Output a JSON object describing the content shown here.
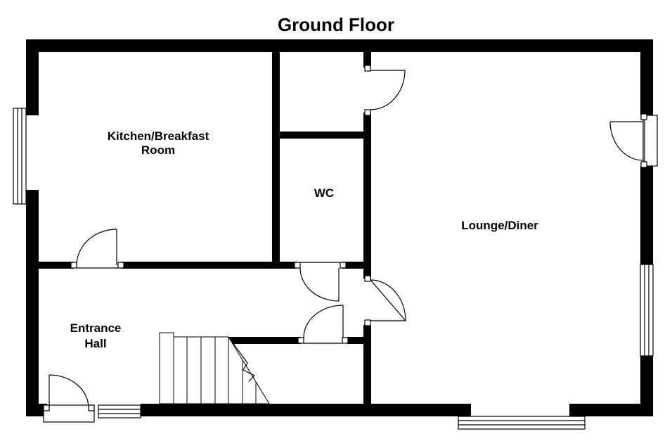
{
  "title": "Ground Floor",
  "rooms": {
    "kitchen": {
      "line1": "Kitchen/Breakfast",
      "line2": "Room"
    },
    "wc": {
      "line1": "WC"
    },
    "lounge": {
      "line1": "Lounge/Diner"
    },
    "hall": {
      "line1": "Entrance",
      "line2": "Hall"
    }
  }
}
